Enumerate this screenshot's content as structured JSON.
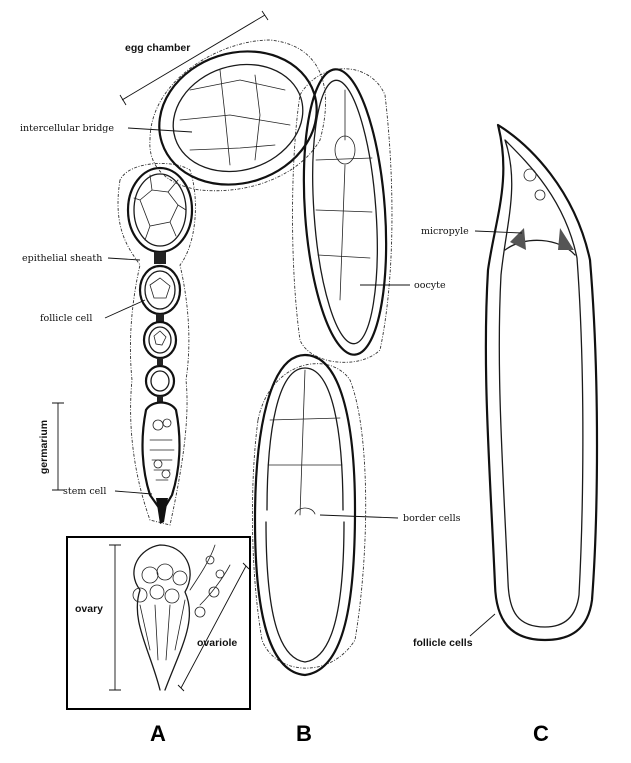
{
  "labels": {
    "egg_chamber": "egg chamber",
    "intercellular_bridge": "intercellular bridge",
    "epithelial_sheath": "epithelial sheath",
    "follicle_cell": "follicle cell",
    "germarium": "germarium",
    "stem_cell": "stem cell",
    "oocyte": "oocyte",
    "border_cells": "border cells",
    "micropyle": "micropyle",
    "follicle_cells": "follicle cells",
    "ovary": "ovary",
    "ovariole": "ovariole"
  },
  "panels": {
    "a": "A",
    "b": "B",
    "c": "C"
  }
}
